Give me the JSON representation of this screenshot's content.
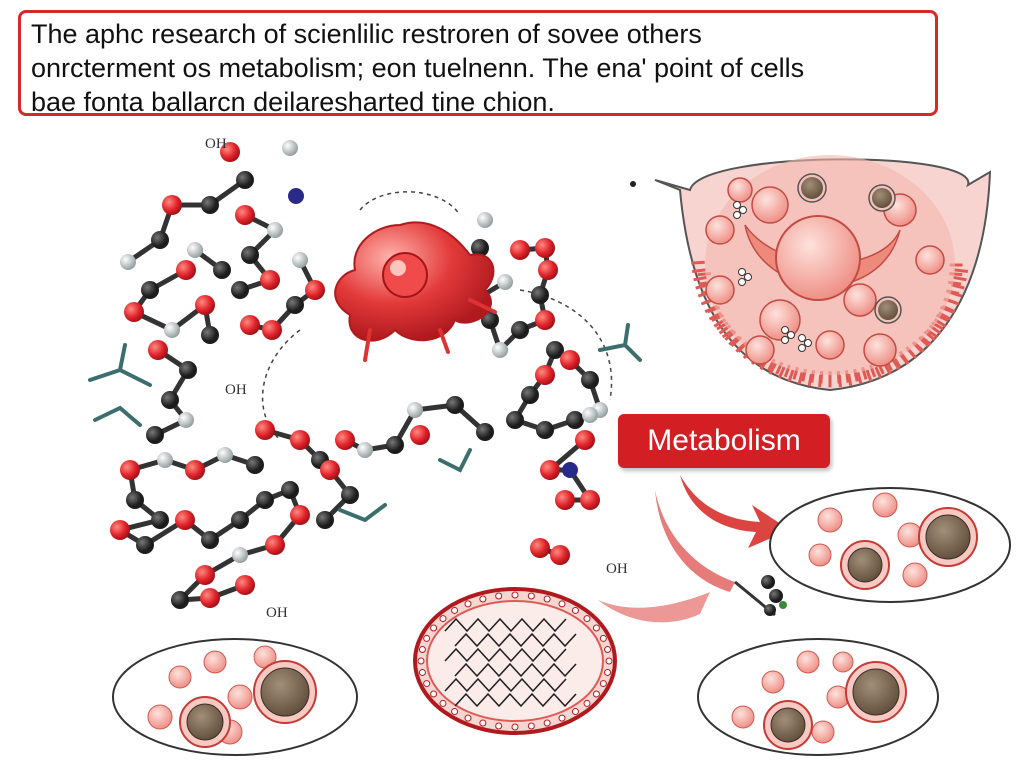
{
  "caption": {
    "lines": [
      "The aphc research of scienlilic restroren of sovee others",
      "onrcterment os metabolism; eon tuelnenn. The ena' point of cells",
      "bae fonta ballarcn deilaresharted tine chion."
    ]
  },
  "metabolism_label": "Metabolism",
  "molecule_labels": [
    "OH",
    "OH",
    "OH",
    "OH"
  ],
  "colors": {
    "accent": "#d31e24",
    "atom_red": "#e0232b",
    "atom_dark": "#222222",
    "atom_gray": "#9aa3a3",
    "cell_pink": "#f3a9a0",
    "nucleus": "#7d6a55"
  }
}
